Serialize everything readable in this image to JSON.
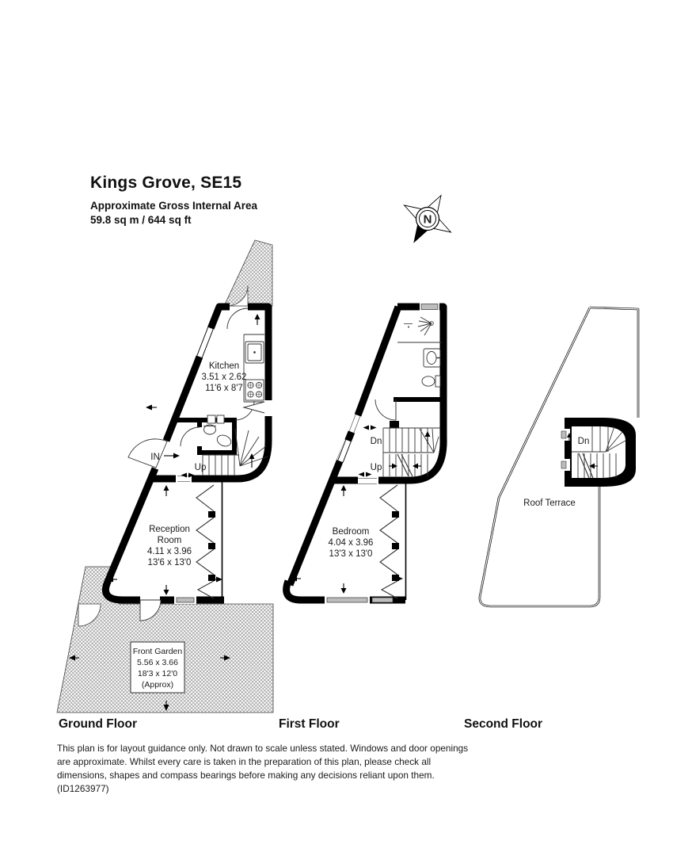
{
  "header": {
    "title": "Kings Grove, SE15",
    "subtitle": "Approximate Gross Internal Area",
    "area": "59.8 sq m / 644 sq ft"
  },
  "compass": {
    "north": "N"
  },
  "ground": {
    "floor_label": "Ground Floor",
    "kitchen": {
      "name": "Kitchen",
      "metric": "3.51 x 2.62",
      "imperial": "11'6 x 8'7"
    },
    "entrance_label": "IN",
    "stairs_up": "Up",
    "reception": {
      "name1": "Reception",
      "name2": "Room",
      "metric": "4.11 x 3.96",
      "imperial": "13'6 x 13'0"
    },
    "front_garden": {
      "name": "Front Garden",
      "metric": "5.56 x 3.66",
      "imperial": "18'3 x 12'0",
      "approx": "(Approx)"
    }
  },
  "first": {
    "floor_label": "First Floor",
    "stairs_down": "Dn",
    "stairs_up": "Up",
    "bedroom": {
      "name": "Bedroom",
      "metric": "4.04 x 3.96",
      "imperial": "13'3 x 13'0"
    }
  },
  "second": {
    "floor_label": "Second Floor",
    "stairs_down": "Dn",
    "roof_terrace": {
      "name": "Roof Terrace"
    }
  },
  "footer": {
    "disclaimer": "This plan is for layout guidance only. Not drawn to scale unless stated. Windows and door openings are approximate. Whilst every care is taken in the preparation of this plan, please check all dimensions, shapes and compass bearings before making any decisions reliant upon them. (ID1263977)"
  },
  "colors": {
    "wall": "#000000",
    "window": "#bdbdbd",
    "hatch_line": "#777777",
    "text": "#1a1a1a"
  }
}
